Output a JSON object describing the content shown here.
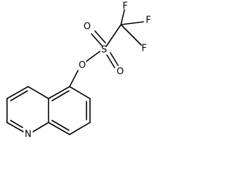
{
  "molecule": {
    "atoms": {
      "f1": "F",
      "f2": "F",
      "f3": "F",
      "s": "S",
      "o1": "O",
      "o2": "O",
      "o_ester": "O",
      "n": "N"
    }
  }
}
